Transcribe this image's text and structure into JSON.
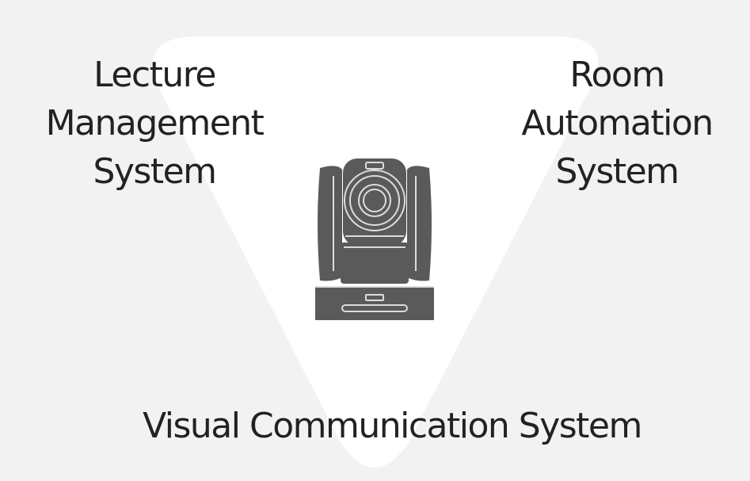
{
  "diagram": {
    "systems": {
      "top_left": [
        "Lecture",
        "Management",
        "System"
      ],
      "top_right": [
        "Room",
        "Automation",
        "System"
      ],
      "bottom": "Visual Communication System"
    },
    "center_icon": "ptz-camera-icon",
    "colors": {
      "background": "#f2f2f2",
      "triangle": "#ffffff",
      "camera": "#5a5a5a",
      "text": "#222222"
    }
  }
}
